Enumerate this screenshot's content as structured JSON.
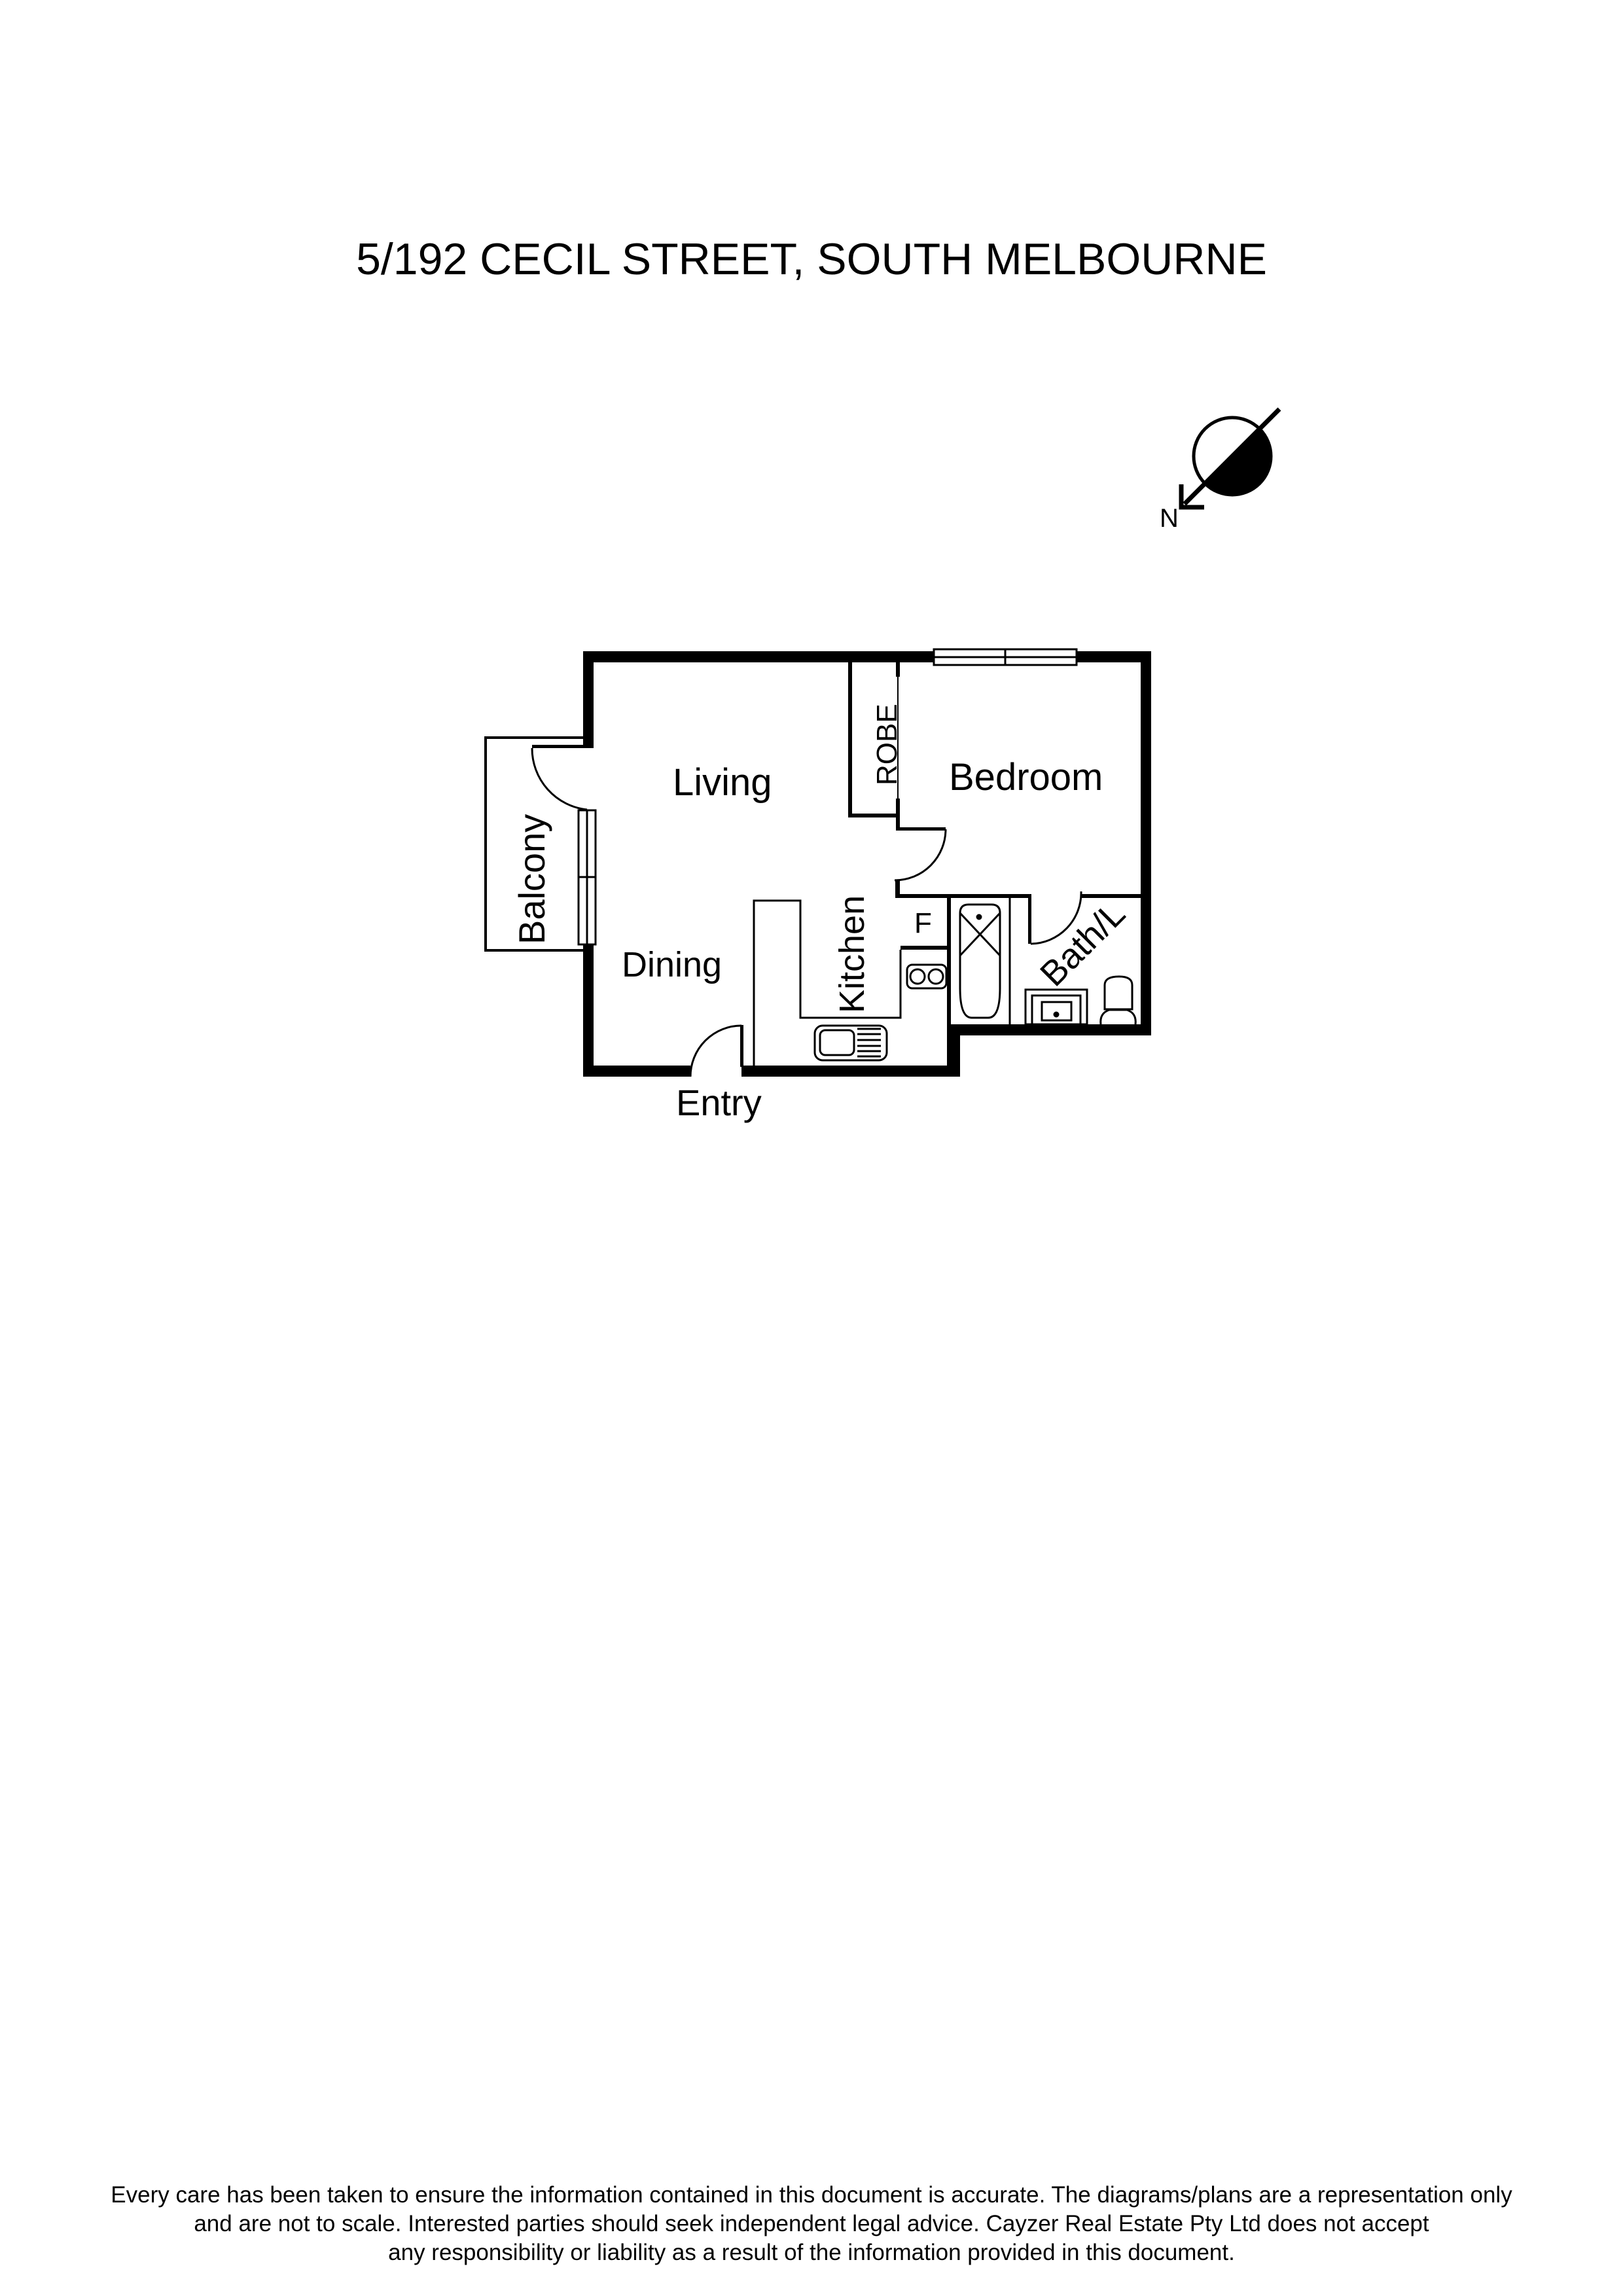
{
  "document": {
    "title": "5/192 CECIL STREET, SOUTH MELBOURNE"
  },
  "compass": {
    "label": "N",
    "icon": "north-arrow-icon"
  },
  "rooms": {
    "living": "Living",
    "dining": "Dining",
    "kitchen": "Kitchen",
    "bedroom": "Bedroom",
    "robe": "ROBE",
    "balcony": "Balcony",
    "bath_laundry": "Bath/L",
    "fridge": "F",
    "entry": "Entry"
  },
  "fixtures": {
    "items": [
      "cooktop-icon",
      "sink-icon",
      "bathtub-icon",
      "vanity-basin-icon",
      "toilet-icon"
    ]
  },
  "disclaimer": {
    "lines": [
      "Every care has been taken to ensure the information contained in this document is accurate. The diagrams/plans are a representation only",
      "and are not to scale. Interested parties should seek independent legal advice. Cayzer Real Estate Pty Ltd does not accept",
      "any responsibility or liability as a result of the information provided in this document."
    ]
  },
  "colors": {
    "ink": "#000000",
    "paper": "#ffffff"
  }
}
